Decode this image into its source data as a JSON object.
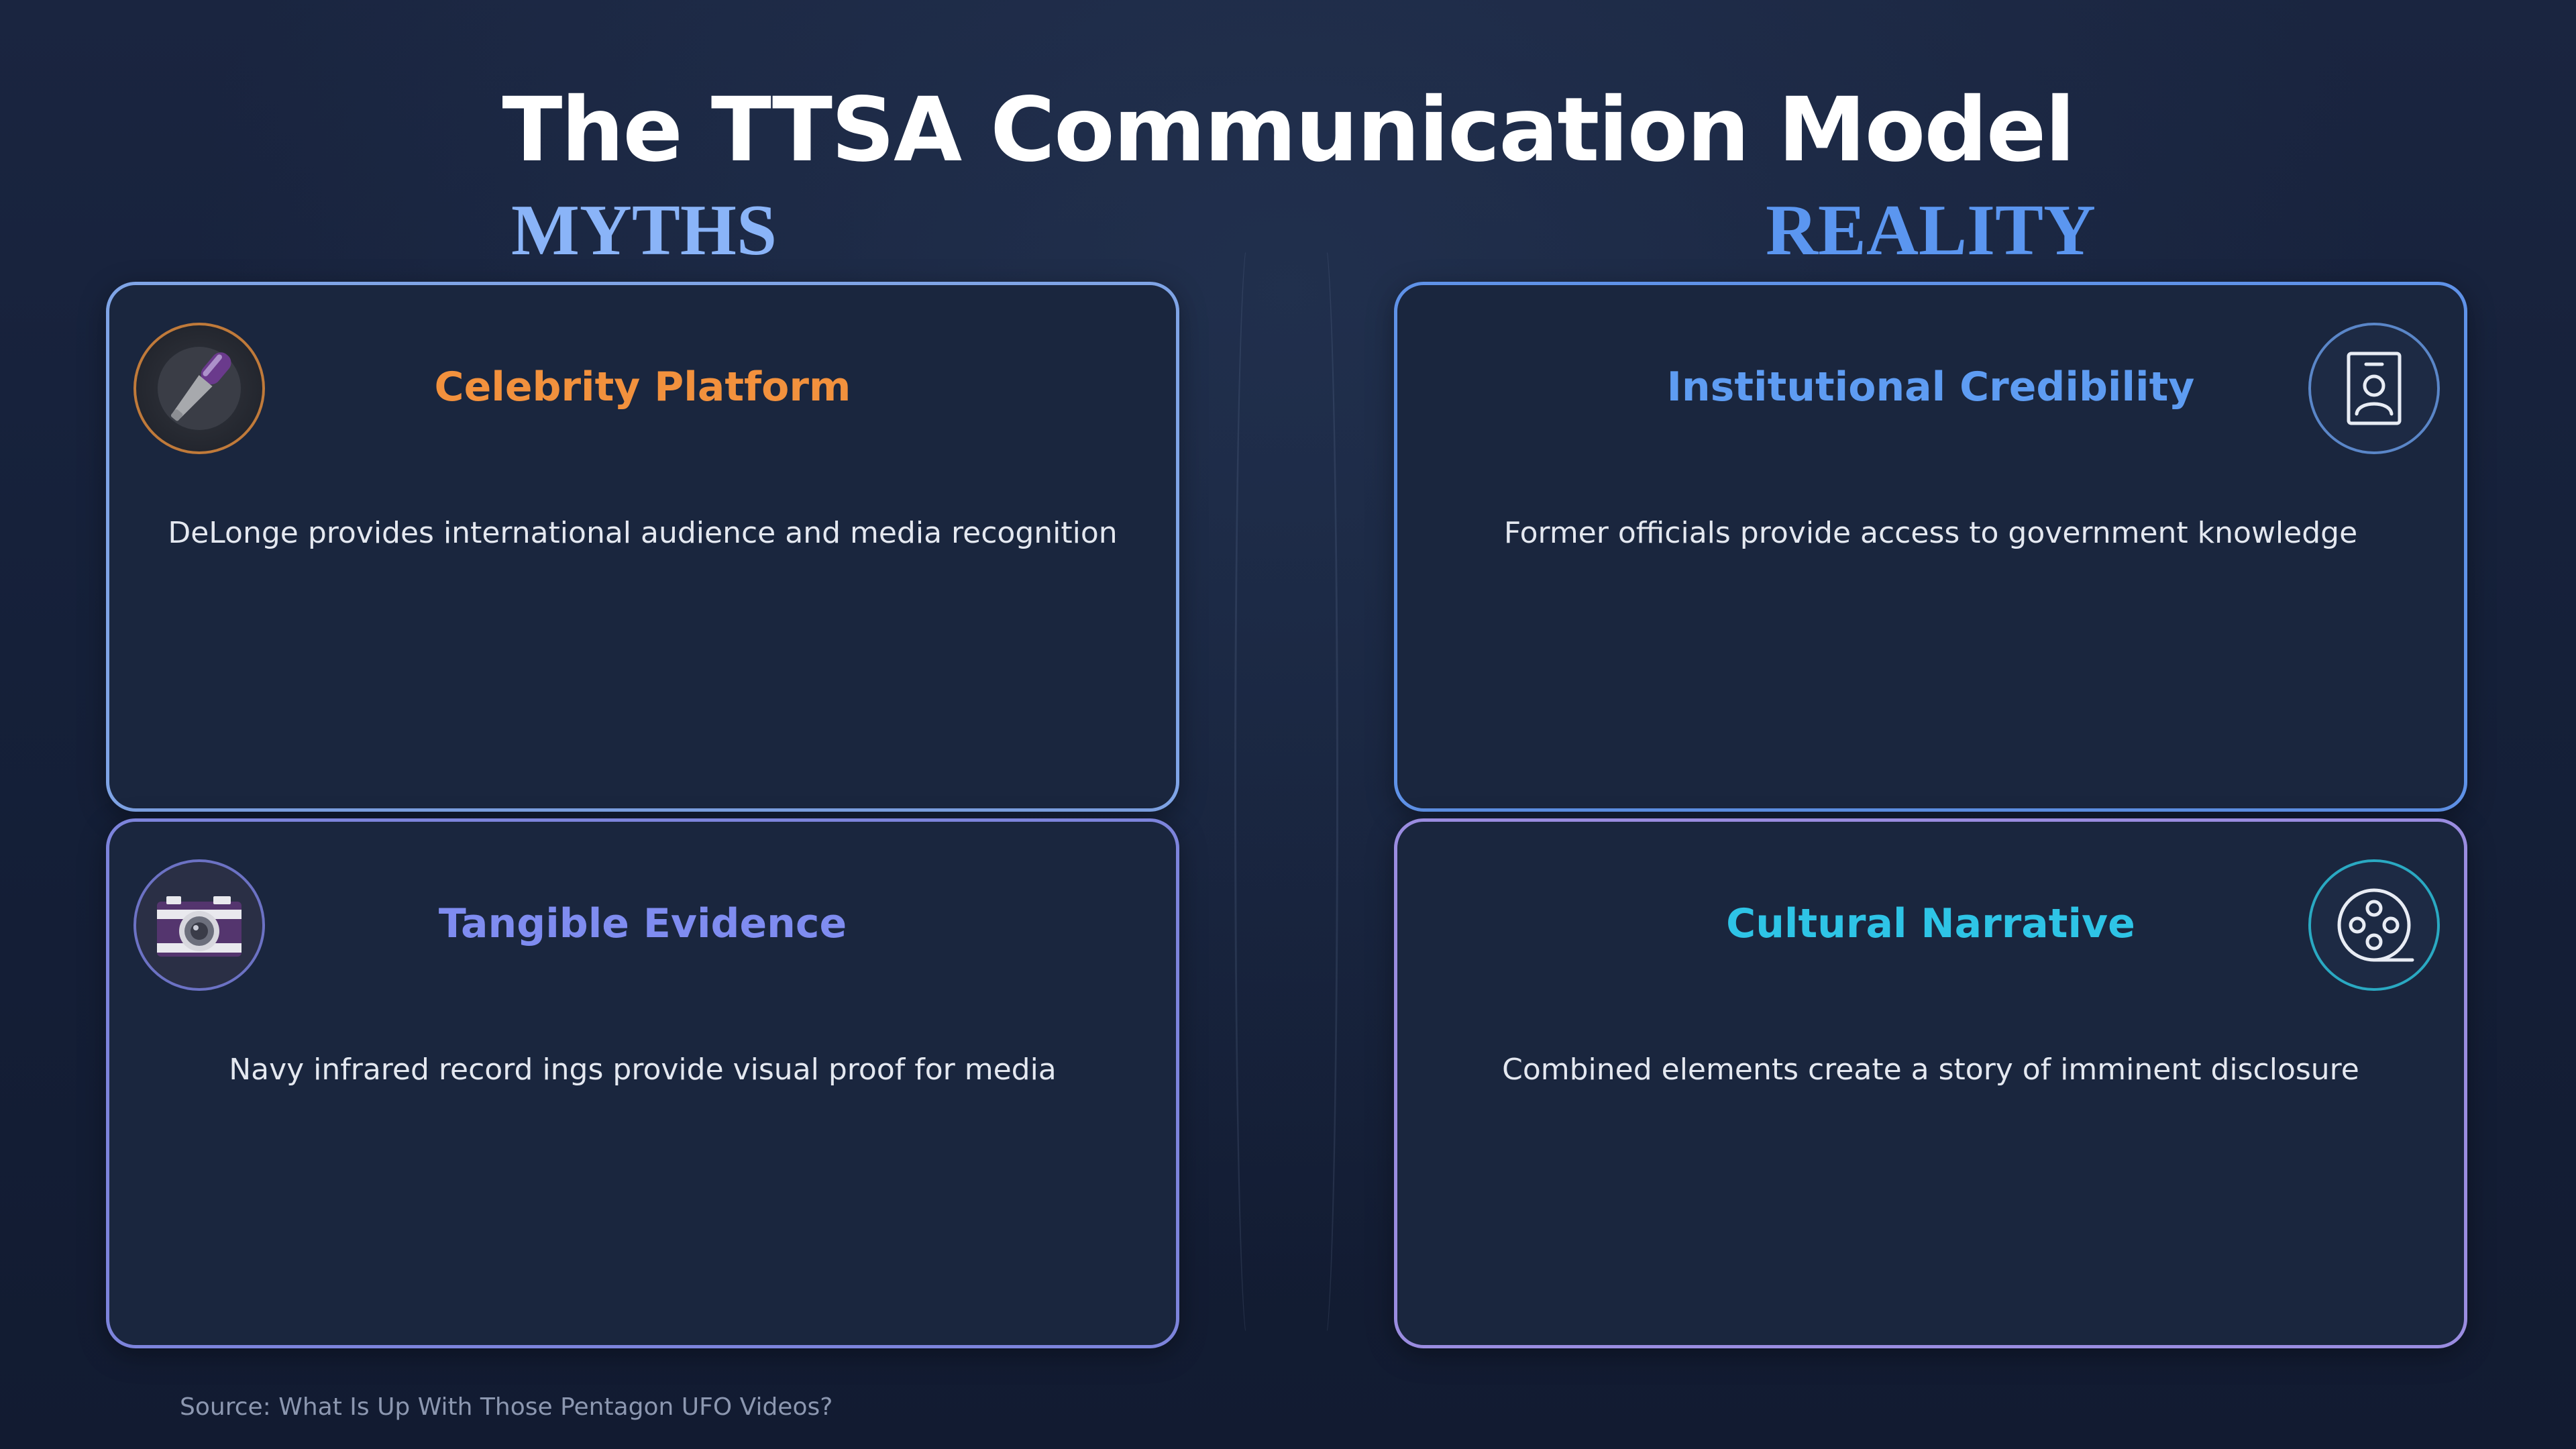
{
  "title": "The TTSA Communication Model",
  "columns": {
    "myths": "MYTHS",
    "reality": "REALITY"
  },
  "cards": [
    {
      "title": "Celebrity Platform",
      "text": "DeLonge provides international audience and media recognition",
      "icon": "microphone-icon",
      "title_color": "#f2913d"
    },
    {
      "title": "Institutional Credibility",
      "text": "Former officials provide access to government knowledge",
      "icon": "id-badge-icon",
      "title_color": "#5e9cf2"
    },
    {
      "title": "Tangible Evidence",
      "text": "Navy infrared record ings provide visual proof for media",
      "icon": "camera-icon",
      "title_color": "#7f8cf0"
    },
    {
      "title": "Cultural Narrative",
      "text": "Combined elements create a story of imminent disclosure",
      "icon": "film-reel-icon",
      "title_color": "#2ec4e6"
    }
  ],
  "source": "Source: What Is Up With Those Pentagon UFO Videos?"
}
